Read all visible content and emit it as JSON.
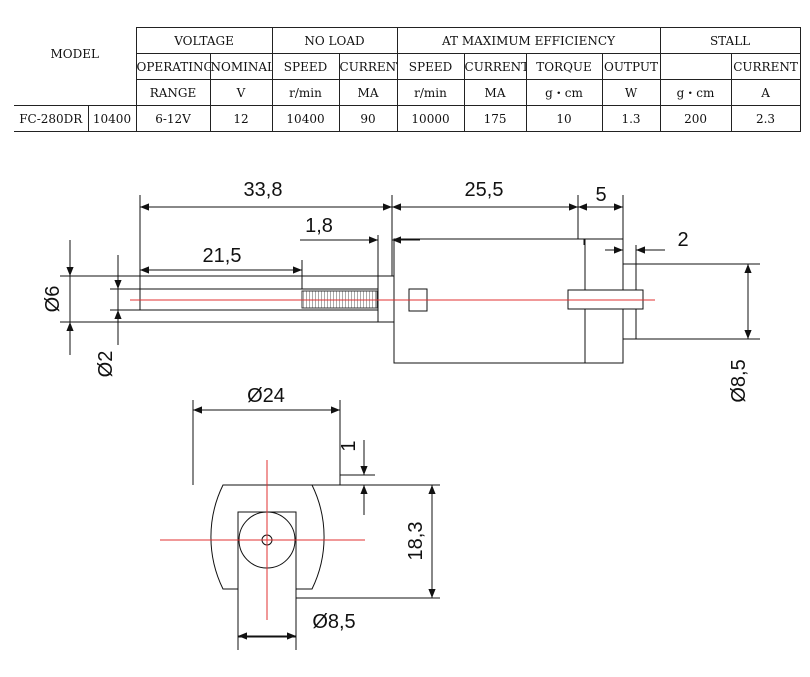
{
  "table": {
    "groups": {
      "model": "MODEL",
      "voltage": "VOLTAGE",
      "no_load": "NO LOAD",
      "max_eff": "AT MAXIMUM EFFICIENCY",
      "stall": "STALL"
    },
    "headers": [
      "OPERATING",
      "NOMINAL",
      "SPEED",
      "CURRENT",
      "SPEED",
      "CURRENT",
      "TORQUE",
      "OUTPUT",
      "CURRENT"
    ],
    "units": [
      "RANGE",
      "V",
      "r/min",
      "MA",
      "r/min",
      "MA",
      "g・cm",
      "W",
      "g・cm",
      "A"
    ],
    "row": [
      "FC-280DR",
      "10400",
      "6-12V",
      "12",
      "10400",
      "90",
      "10000",
      "175",
      "10",
      "1.3",
      "200",
      "2.3"
    ]
  },
  "dimensions": {
    "d1": "33,8",
    "d2": "25,5",
    "d3": "5",
    "d4": "1,8",
    "d5": "2",
    "d6": "21,5",
    "d7": "Ø6",
    "d8": "Ø2",
    "d9": "Ø8,5",
    "d10": "Ø24",
    "d11": "1",
    "d12": "18,3",
    "d13": "Ø8,5"
  },
  "colors": {
    "line": "#111111",
    "centerline": "#e03030",
    "table_border": "#222222"
  }
}
